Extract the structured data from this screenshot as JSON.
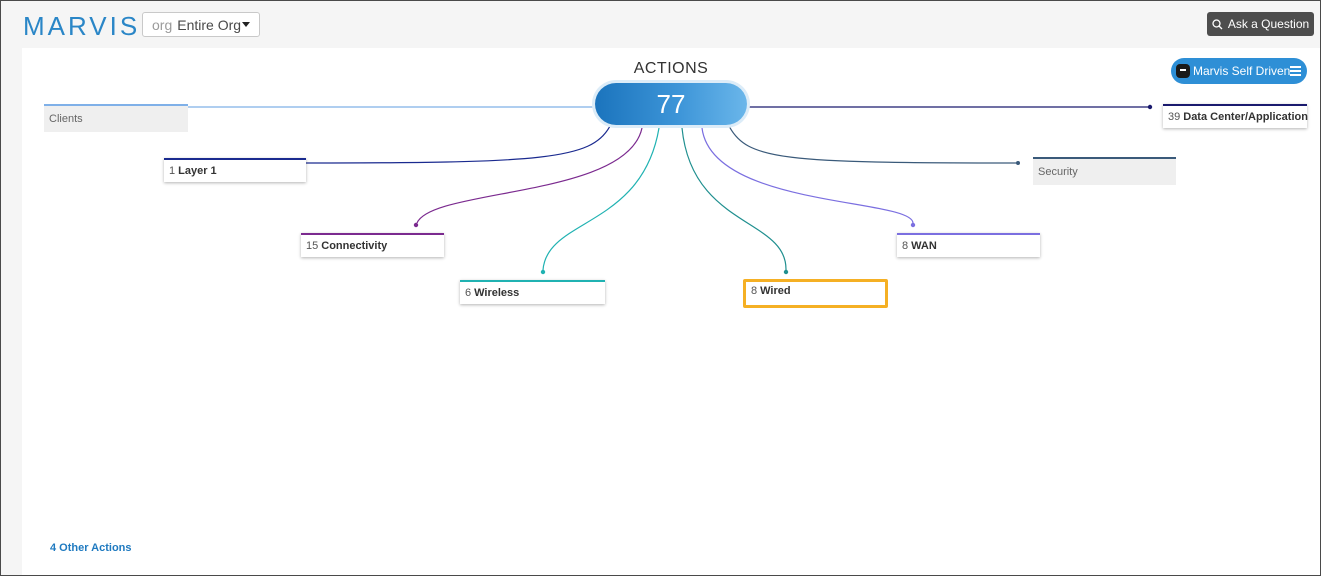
{
  "header": {
    "logo": "MARVIS",
    "org_prefix": "org",
    "org_value": "Entire Org",
    "ask_button": "Ask a Question"
  },
  "main": {
    "title": "ACTIONS",
    "total": "77",
    "self_driven": "Marvis Self Driven",
    "other_actions": "4 Other Actions",
    "categories": [
      {
        "count": "",
        "name": "Clients",
        "color": "#7fb0e8"
      },
      {
        "count": "1",
        "name": "Layer 1",
        "color": "#1a2a8f"
      },
      {
        "count": "15",
        "name": "Connectivity",
        "color": "#7b2a8f"
      },
      {
        "count": "6",
        "name": "Wireless",
        "color": "#20b2b2"
      },
      {
        "count": "8",
        "name": "Wired",
        "color": "#1f8f8f"
      },
      {
        "count": "8",
        "name": "WAN",
        "color": "#7b6fe0"
      },
      {
        "count": "",
        "name": "Security",
        "color": "#3a5a7a"
      },
      {
        "count": "39",
        "name": "Data Center/Application",
        "color": "#1a1a6e"
      }
    ],
    "highlight_color": "#f5b024"
  }
}
